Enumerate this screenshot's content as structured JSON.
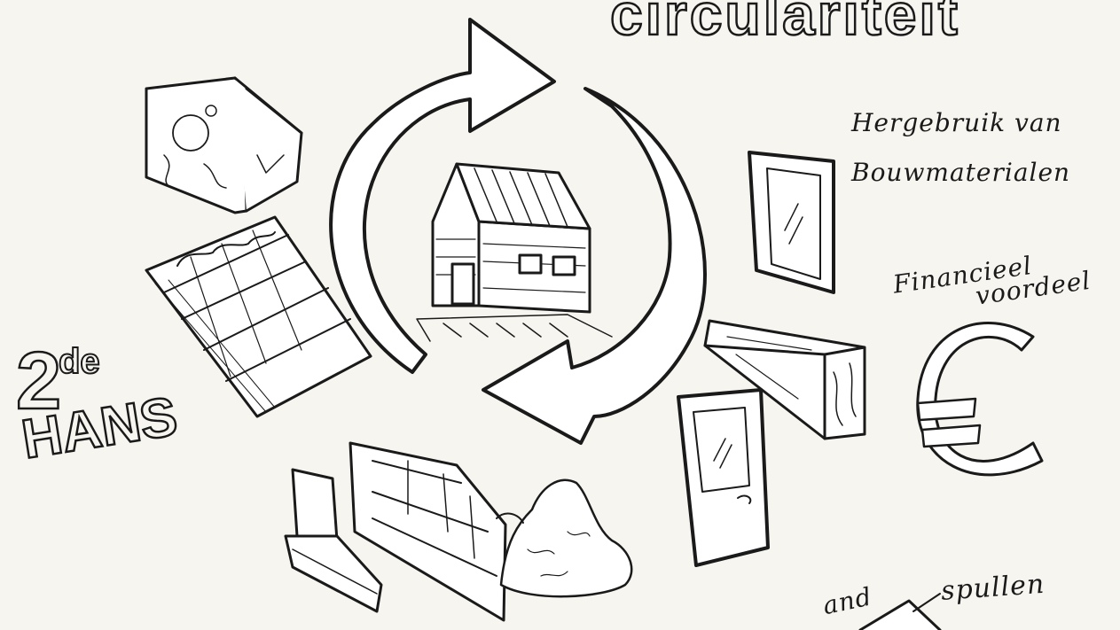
{
  "title": "circulariteit",
  "labels": {
    "reuse": [
      "Hergebruik van",
      "Bouwmaterialen"
    ],
    "financial": [
      "Financieel",
      "voordeel"
    ],
    "second_hand_number": "2",
    "second_hand_sup": "de",
    "second_hand_word": "HANS",
    "bottom_middle": "and",
    "bottom_right": "spullen"
  },
  "icons": [
    "cycle-arrows",
    "house",
    "cabinet",
    "roof-tiles",
    "window-frame",
    "wooden-beam",
    "door",
    "euro-sign",
    "bricks",
    "sand-pile"
  ],
  "colors": {
    "paper": "#f7f5f0",
    "ink": "#1a1a1a"
  }
}
